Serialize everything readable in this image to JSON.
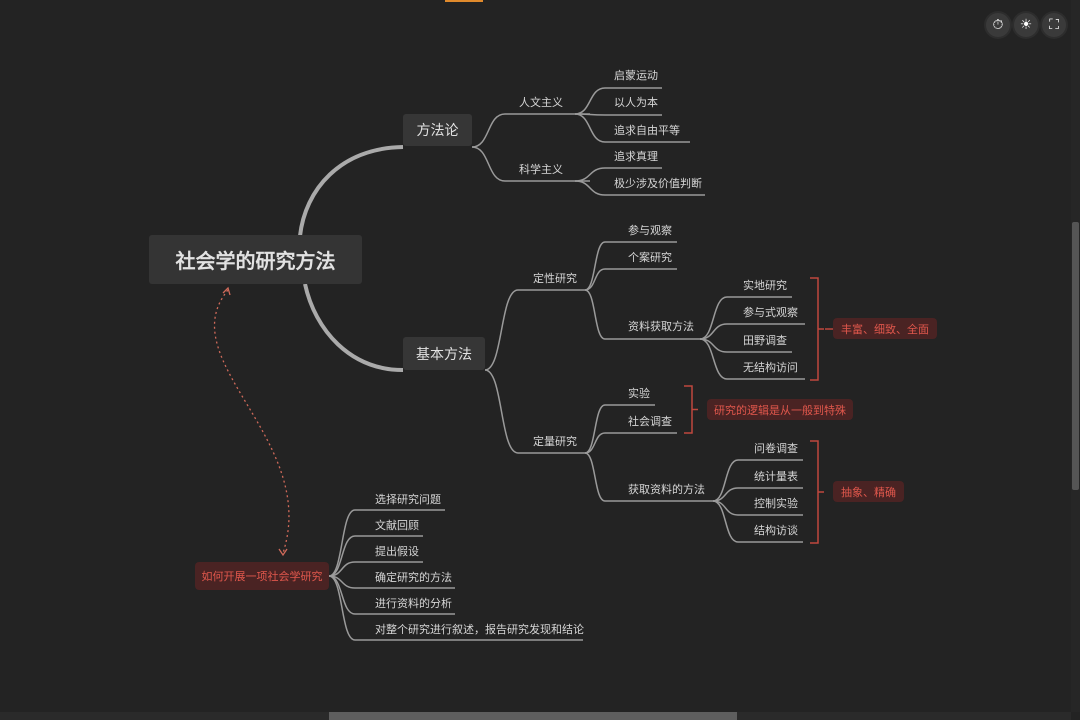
{
  "root": "社会学的研究方法",
  "branches": {
    "methodology": {
      "label": "方法论",
      "humanism": {
        "label": "人文主义",
        "items": [
          "启蒙运动",
          "以人为本",
          "追求自由平等"
        ]
      },
      "scientism": {
        "label": "科学主义",
        "items": [
          "追求真理",
          "极少涉及价值判断"
        ]
      }
    },
    "basic": {
      "label": "基本方法",
      "qualitative": {
        "label": "定性研究",
        "items": [
          "参与观察",
          "个案研究",
          "资料获取方法"
        ],
        "data_methods": [
          "实地研究",
          "参与式观察",
          "田野调查",
          "无结构访问"
        ],
        "note": "丰富、细致、全面"
      },
      "quantitative": {
        "label": "定量研究",
        "items": [
          "实验",
          "社会调查",
          "获取资料的方法"
        ],
        "note_logic": "研究的逻辑是从一般到特殊",
        "data_methods": [
          "问卷调查",
          "统计量表",
          "控制实验",
          "结构访谈"
        ],
        "note": "抽象、精确"
      }
    }
  },
  "floating": {
    "label": "如何开展一项社会学研究",
    "steps": [
      "选择研究问题",
      "文献回顾",
      "提出假设",
      "确定研究的方法",
      "进行资料的分析",
      "对整个研究进行叙述，报告研究发现和结论"
    ]
  },
  "toolbar": {
    "icons": [
      "stopwatch-icon",
      "theme-sun-icon",
      "fullscreen-icon"
    ]
  },
  "colors": {
    "background": "#232323",
    "line": "#9a9a9a",
    "accent_red": "#e0574c",
    "note_bg": "#4a2323"
  }
}
